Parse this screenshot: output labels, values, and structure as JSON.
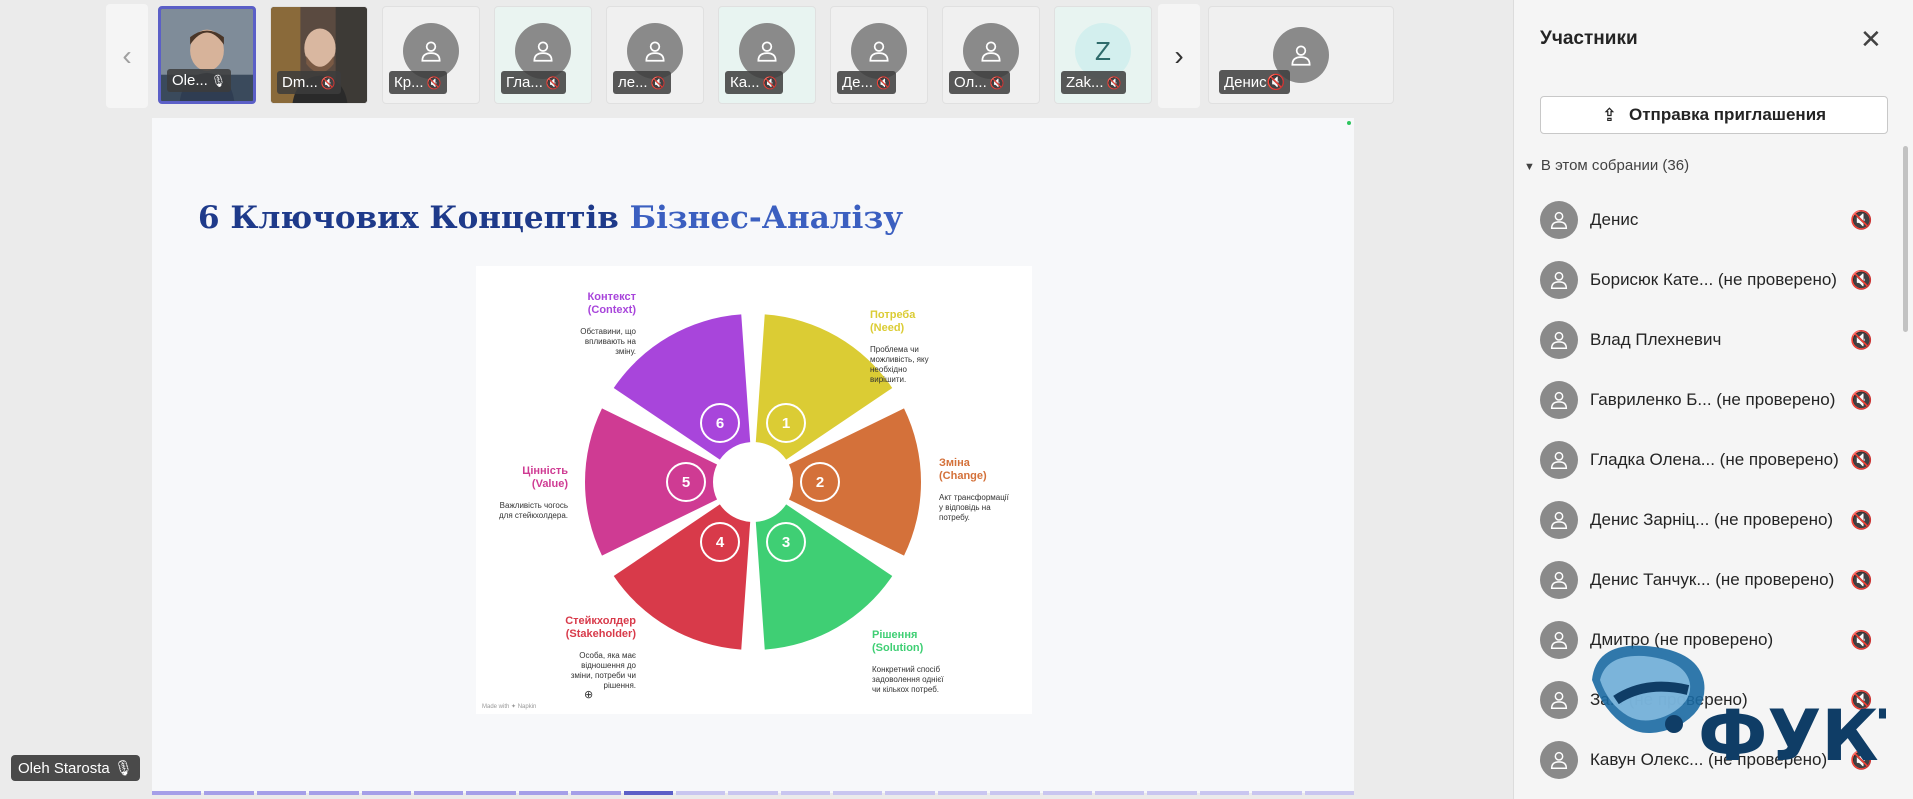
{
  "gallery": {
    "prev_label": "‹",
    "next_label": "›",
    "tiles": [
      {
        "label": "Ole..."
      },
      {
        "label": "Dm..."
      },
      {
        "label": "Кр..."
      },
      {
        "label": "Гла..."
      },
      {
        "label": "ле..."
      },
      {
        "label": "Ка..."
      },
      {
        "label": "Де..."
      },
      {
        "label": "Ол..."
      },
      {
        "label": "Zak...",
        "initial": "Z"
      }
    ],
    "wide_tile_label": "Денис"
  },
  "slide": {
    "title_main": "6 Ключових Концептів ",
    "title_accent": "Бізнес-Аналізу",
    "segments": [
      {
        "num": "1",
        "title": "Потреба",
        "sub": "(Need)",
        "desc": [
          "Проблема чи",
          "можливість, яку",
          "необхідно",
          "вирішити."
        ],
        "color": "#dbcc34"
      },
      {
        "num": "2",
        "title": "Зміна",
        "sub": "(Change)",
        "desc": [
          "Акт трансформації",
          "у відповідь на",
          "потребу."
        ],
        "color": "#d4713a"
      },
      {
        "num": "3",
        "title": "Рішення",
        "sub": "(Solution)",
        "desc": [
          "Конкретний спосіб",
          "задоволення однієї",
          "чи кількох потреб."
        ],
        "color": "#3fcf74"
      },
      {
        "num": "4",
        "title": "Стейкхолдер",
        "sub": "(Stakeholder)",
        "desc": [
          "Особа, яка має",
          "відношення до",
          "зміни, потреби чи",
          "рішення."
        ],
        "color": "#d83a4a"
      },
      {
        "num": "5",
        "title": "Цінність",
        "sub": "(Value)",
        "desc": [
          "Важливість чогось",
          "для стейкхолдера."
        ],
        "color": "#cf3b93"
      },
      {
        "num": "6",
        "title": "Контекст",
        "sub": "(Context)",
        "desc": [
          "Обставини, що",
          "впливають на",
          "зміну."
        ],
        "color": "#a845db"
      }
    ],
    "made_with": "Made with ✦ Napkin"
  },
  "speaker": {
    "name": "Oleh Starosta"
  },
  "panel": {
    "title": "Участники",
    "invite_label": "Отправка приглашения",
    "section_label": "В этом собрании (36)",
    "participants": [
      {
        "name": "Денис"
      },
      {
        "name": "Борисюк Кате... (не проверено)"
      },
      {
        "name": "Влад Плехневич"
      },
      {
        "name": "Гавриленко Б... (не проверено)"
      },
      {
        "name": "Гладка Олена... (не проверено)"
      },
      {
        "name": "Денис Зарніц... (не проверено)"
      },
      {
        "name": "Денис Танчук... (не проверено)"
      },
      {
        "name": "Дмитро (не проверено)"
      },
      {
        "name": "За... (не проверено)"
      },
      {
        "name": "Кавун Олекс... (не проверено)"
      }
    ]
  },
  "logo": {
    "text": "ФУКТ"
  },
  "colors": {
    "accent": "#5b5fc7",
    "title": "#1e3a8a"
  }
}
